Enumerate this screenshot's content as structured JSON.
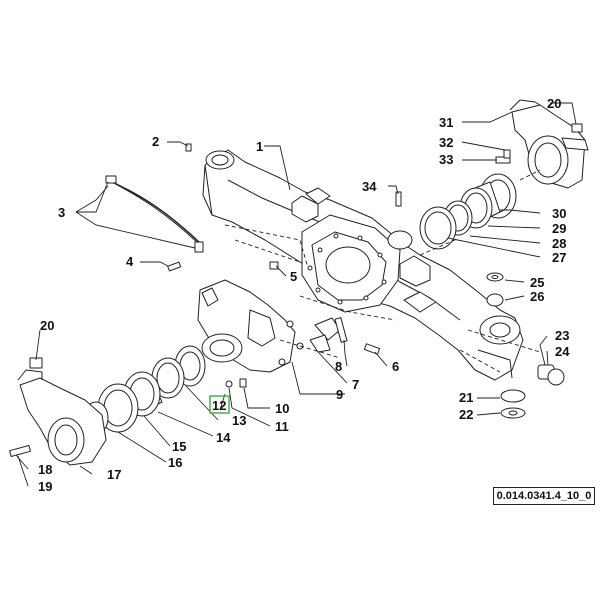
{
  "diagram": {
    "reference_code": "0.014.0341.4_10_0",
    "highlight_color": "#4caf50",
    "callouts": [
      {
        "id": "c1",
        "text": "1",
        "highlighted": false
      },
      {
        "id": "c2",
        "text": "2",
        "highlighted": false
      },
      {
        "id": "c3",
        "text": "3",
        "highlighted": false
      },
      {
        "id": "c4",
        "text": "4",
        "highlighted": false
      },
      {
        "id": "c5",
        "text": "5",
        "highlighted": false
      },
      {
        "id": "c6",
        "text": "6",
        "highlighted": false
      },
      {
        "id": "c7",
        "text": "7",
        "highlighted": false
      },
      {
        "id": "c8",
        "text": "8",
        "highlighted": false
      },
      {
        "id": "c9",
        "text": "9",
        "highlighted": false
      },
      {
        "id": "c10",
        "text": "10",
        "highlighted": false
      },
      {
        "id": "c11",
        "text": "11",
        "highlighted": false
      },
      {
        "id": "c12",
        "text": "12",
        "highlighted": true
      },
      {
        "id": "c13",
        "text": "13",
        "highlighted": false
      },
      {
        "id": "c14",
        "text": "14",
        "highlighted": false
      },
      {
        "id": "c15",
        "text": "15",
        "highlighted": false
      },
      {
        "id": "c16",
        "text": "16",
        "highlighted": false
      },
      {
        "id": "c17",
        "text": "17",
        "highlighted": false
      },
      {
        "id": "c18",
        "text": "18",
        "highlighted": false
      },
      {
        "id": "c19",
        "text": "19",
        "highlighted": false
      },
      {
        "id": "c20a",
        "text": "20",
        "highlighted": false
      },
      {
        "id": "c20b",
        "text": "20",
        "highlighted": false
      },
      {
        "id": "c21",
        "text": "21",
        "highlighted": false
      },
      {
        "id": "c22",
        "text": "22",
        "highlighted": false
      },
      {
        "id": "c23",
        "text": "23",
        "highlighted": false
      },
      {
        "id": "c24",
        "text": "24",
        "highlighted": false
      },
      {
        "id": "c25",
        "text": "25",
        "highlighted": false
      },
      {
        "id": "c26",
        "text": "26",
        "highlighted": false
      },
      {
        "id": "c27",
        "text": "27",
        "highlighted": false
      },
      {
        "id": "c28",
        "text": "28",
        "highlighted": false
      },
      {
        "id": "c29",
        "text": "29",
        "highlighted": false
      },
      {
        "id": "c30",
        "text": "30",
        "highlighted": false
      },
      {
        "id": "c31",
        "text": "31",
        "highlighted": false
      },
      {
        "id": "c32",
        "text": "32",
        "highlighted": false
      },
      {
        "id": "c33",
        "text": "33",
        "highlighted": false
      },
      {
        "id": "c34",
        "text": "34",
        "highlighted": false
      }
    ]
  }
}
